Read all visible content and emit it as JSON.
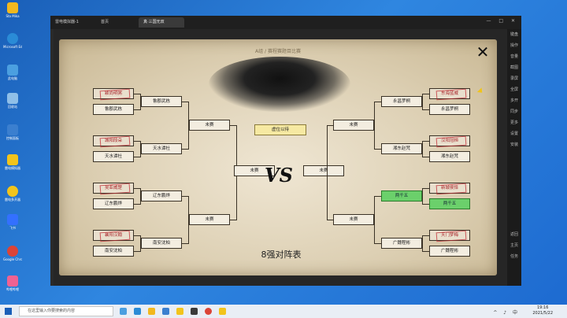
{
  "desktop": {
    "icons": [
      {
        "label": "Sta Mika",
        "color": "#f2b81e"
      },
      {
        "label": "Microsoft Edge",
        "color": "#2a8bd6"
      },
      {
        "label": "此电脑",
        "color": "#4b9fe0"
      },
      {
        "label": "回收站",
        "color": "#8fbfe8"
      },
      {
        "label": "控制面板",
        "color": "#3b7fcf"
      },
      {
        "label": "雷电模拟器",
        "color": "#f2c41c"
      },
      {
        "label": "雷电多开器",
        "color": "#f2c41c"
      },
      {
        "label": "飞书",
        "color": "#3370ff"
      },
      {
        "label": "Google Chrome",
        "color": "#db4437"
      },
      {
        "label": "哔哩哔哩",
        "color": "#f06292"
      }
    ]
  },
  "emulator": {
    "tabs": [
      "雷电模拟器-1",
      "首页",
      "真·三国无双"
    ],
    "window_controls": "— □ ✕",
    "sidebar": [
      "键盘",
      "操作",
      "音量",
      "截图",
      "录屏",
      "全屏",
      "多开",
      "同步",
      "更多",
      "设置",
      "安装",
      "返回",
      "主页",
      "任务"
    ]
  },
  "game": {
    "banner": "A组 / 赛程赛题目比赛",
    "title": "8强对阵表",
    "vs": "VS",
    "close": "✕",
    "left": {
      "r1": [
        {
          "name": "颖尚明粥",
          "state": "stamp"
        },
        {
          "name": "鲁郡武栋",
          "state": "normal"
        },
        {
          "name": "城阳段朵",
          "state": "stamp"
        },
        {
          "name": "天水谭杜",
          "state": "normal"
        },
        {
          "name": "吴亚威楚",
          "state": "stamp"
        },
        {
          "name": "辽东鹏烨",
          "state": "normal"
        },
        {
          "name": "襄阳汉翰",
          "state": "stamp"
        },
        {
          "name": "南安沈柏",
          "state": "normal"
        }
      ],
      "r2": [
        "鲁郡武栋",
        "天水谭杜",
        "辽东鹏烨",
        "南安沈柏"
      ],
      "r3": [
        "未赛",
        "未赛"
      ],
      "r4": "未赛"
    },
    "right": {
      "r1": [
        {
          "name": "东海蓝威",
          "state": "stamp"
        },
        {
          "name": "永昌罗桐",
          "state": "normal"
        },
        {
          "name": "汉阳冠桓",
          "state": "stamp"
        },
        {
          "name": "湘东赵梵",
          "state": "normal"
        },
        {
          "name": "新城侯怿",
          "state": "stamp"
        },
        {
          "name": "两千五",
          "state": "green"
        },
        {
          "name": "天门梦梅",
          "state": "stamp"
        },
        {
          "name": "广魏程彬",
          "state": "normal"
        }
      ],
      "r2": [
        "永昌罗桐",
        "湘东赵梵",
        "两千五",
        "广魏程彬"
      ],
      "r3": [
        "未赛",
        "未赛"
      ],
      "r4": "未赛"
    },
    "final": "虚位以待"
  },
  "taskbar": {
    "search_placeholder": "在这里输入你要搜索的内容",
    "time": "19:16",
    "date": "2021/5/22",
    "tray": "^ ♪ 中",
    "apps": [
      "#4b9fe0",
      "#2a8bd6",
      "#f2b81e",
      "#3b7fcf",
      "#f2c41c",
      "#3a3a3a",
      "#db4437",
      "#f2c41c"
    ]
  }
}
